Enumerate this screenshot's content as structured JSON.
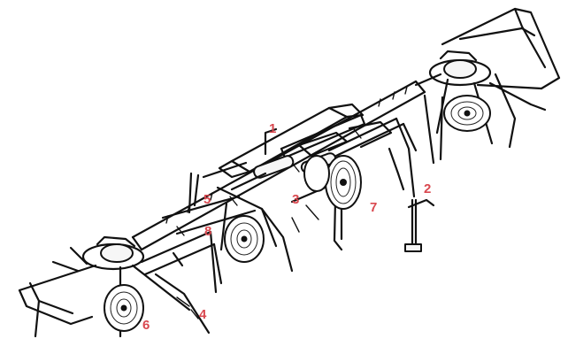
{
  "callouts": [
    {
      "id": "1",
      "label": "1"
    },
    {
      "id": "2",
      "label": "2"
    },
    {
      "id": "3",
      "label": "3"
    },
    {
      "id": "4",
      "label": "4"
    },
    {
      "id": "5",
      "label": "5"
    },
    {
      "id": "6",
      "label": "6"
    },
    {
      "id": "7",
      "label": "7"
    },
    {
      "id": "8",
      "label": "8"
    }
  ],
  "colors": {
    "line_art": "#111111",
    "callout_text": "#d9484f",
    "background": "#ffffff"
  }
}
